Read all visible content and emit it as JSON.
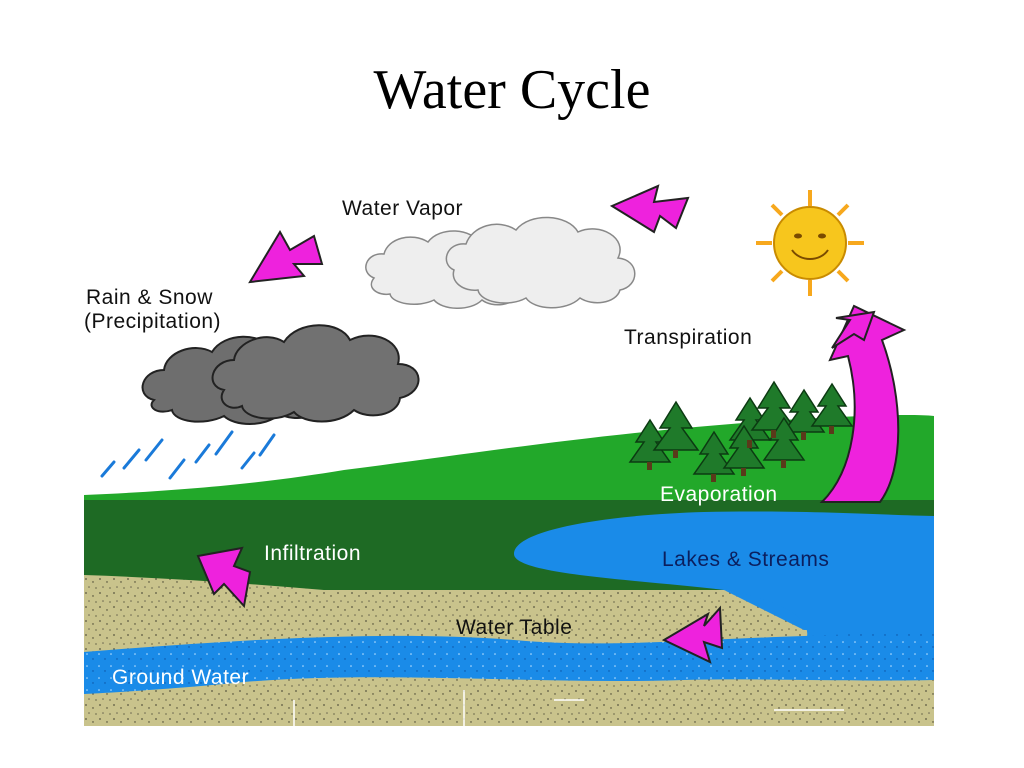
{
  "slide": {
    "title": "Water Cycle"
  },
  "labels": {
    "water_vapor": "Water Vapor",
    "precip_line1": "Rain & Snow",
    "precip_line2": "(Precipitation)",
    "transpiration": "Transpiration",
    "evaporation": "Evaporation",
    "infiltration": "Infiltration",
    "lakes": "Lakes & Streams",
    "water_table": "Water Table",
    "ground_water": "Ground Water"
  },
  "colors": {
    "arrow": "#ee22dd",
    "sky": "#ffffff",
    "grass_light": "#22a82a",
    "grass_dark": "#1e6a24",
    "soil": "#c9c38c",
    "water": "#1a8be8",
    "storm_cloud": "#6e6e6e",
    "vapor_cloud": "#eeeeee",
    "sun": "#f7c61d"
  }
}
